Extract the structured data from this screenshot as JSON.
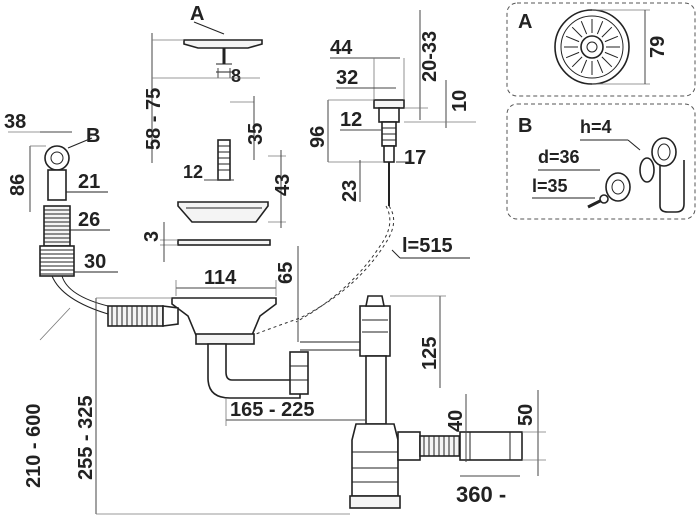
{
  "labels": {
    "detail_a_top": "A",
    "dim_8": "8",
    "dim_58_75": "58 - 75",
    "dim_35_screw": "35",
    "dim_12_screw": "12",
    "dim_43": "43",
    "dim_3": "3",
    "dim_114": "114",
    "dim_65": "65",
    "dim_38": "38",
    "detail_b_label": "B",
    "dim_86": "86",
    "dim_21": "21",
    "dim_26": "26",
    "dim_30": "30",
    "dim_44": "44",
    "dim_32": "32",
    "dim_20_33": "20-33",
    "dim_10": "10",
    "dim_96": "96",
    "dim_12_valve": "12",
    "dim_17": "17",
    "dim_23": "23",
    "dim_l515": "l=515",
    "dim_125": "125",
    "dim_165_225": "165 - 225",
    "dim_40": "40",
    "dim_50": "50",
    "dim_360": "360 -",
    "dim_210_600": "210 - 600",
    "dim_255_325": "255 - 325",
    "inset_a_title": "A",
    "inset_a_79": "79",
    "inset_b_title": "B",
    "inset_b_h": "h=4",
    "inset_b_d": "d=36",
    "inset_b_l": "l=35"
  }
}
